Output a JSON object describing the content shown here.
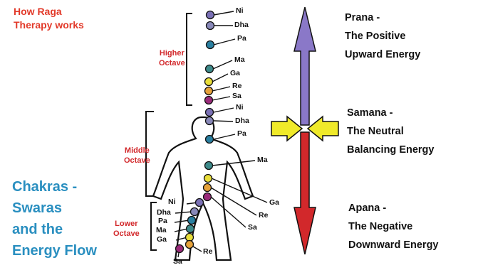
{
  "header": {
    "title_line1": "How Raga",
    "title_line2": "Therapy works"
  },
  "footer_title": {
    "line1": "Chakras -",
    "line2": "Swaras",
    "line3": "and the",
    "line4": "Energy Flow"
  },
  "octaves": {
    "higher_line1": "Higher",
    "higher_line2": "Octave",
    "middle_line1": "Middle",
    "middle_line2": "Octave",
    "lower_line1": "Lower",
    "lower_line2": "Octave"
  },
  "energies": {
    "prana_line1": "Prana -",
    "prana_line2": "The Positive",
    "prana_line3": "Upward Energy",
    "samana_line1": "Samana -",
    "samana_line2": "The Neutral",
    "samana_line3": "Balancing Energy",
    "apana_line1": "Apana -",
    "apana_line2": "The Negative",
    "apana_line3": "Downward Energy"
  },
  "notes": {
    "higher": [
      "Ni",
      "Dha",
      "Pa",
      "Ma",
      "Ga",
      "Re",
      "Sa"
    ],
    "middle": [
      "Ni",
      "Dha",
      "Pa",
      "Ma",
      "Ga",
      "Re",
      "Sa"
    ],
    "lower": [
      "Ni",
      "Dha",
      "Pa",
      "Ma",
      "Ga",
      "Re",
      "Sa"
    ]
  },
  "colors": {
    "ni": "#7a70b5",
    "dha": "#8888b8",
    "pa": "#2a7fa0",
    "ma": "#3d8a8a",
    "ga": "#e9de3a",
    "re": "#e6a23a",
    "sa": "#9a2a7a",
    "up_arrow": "#8a78c8",
    "down_arrow": "#d2282b",
    "neutral_arrows": "#f0ea2a"
  }
}
